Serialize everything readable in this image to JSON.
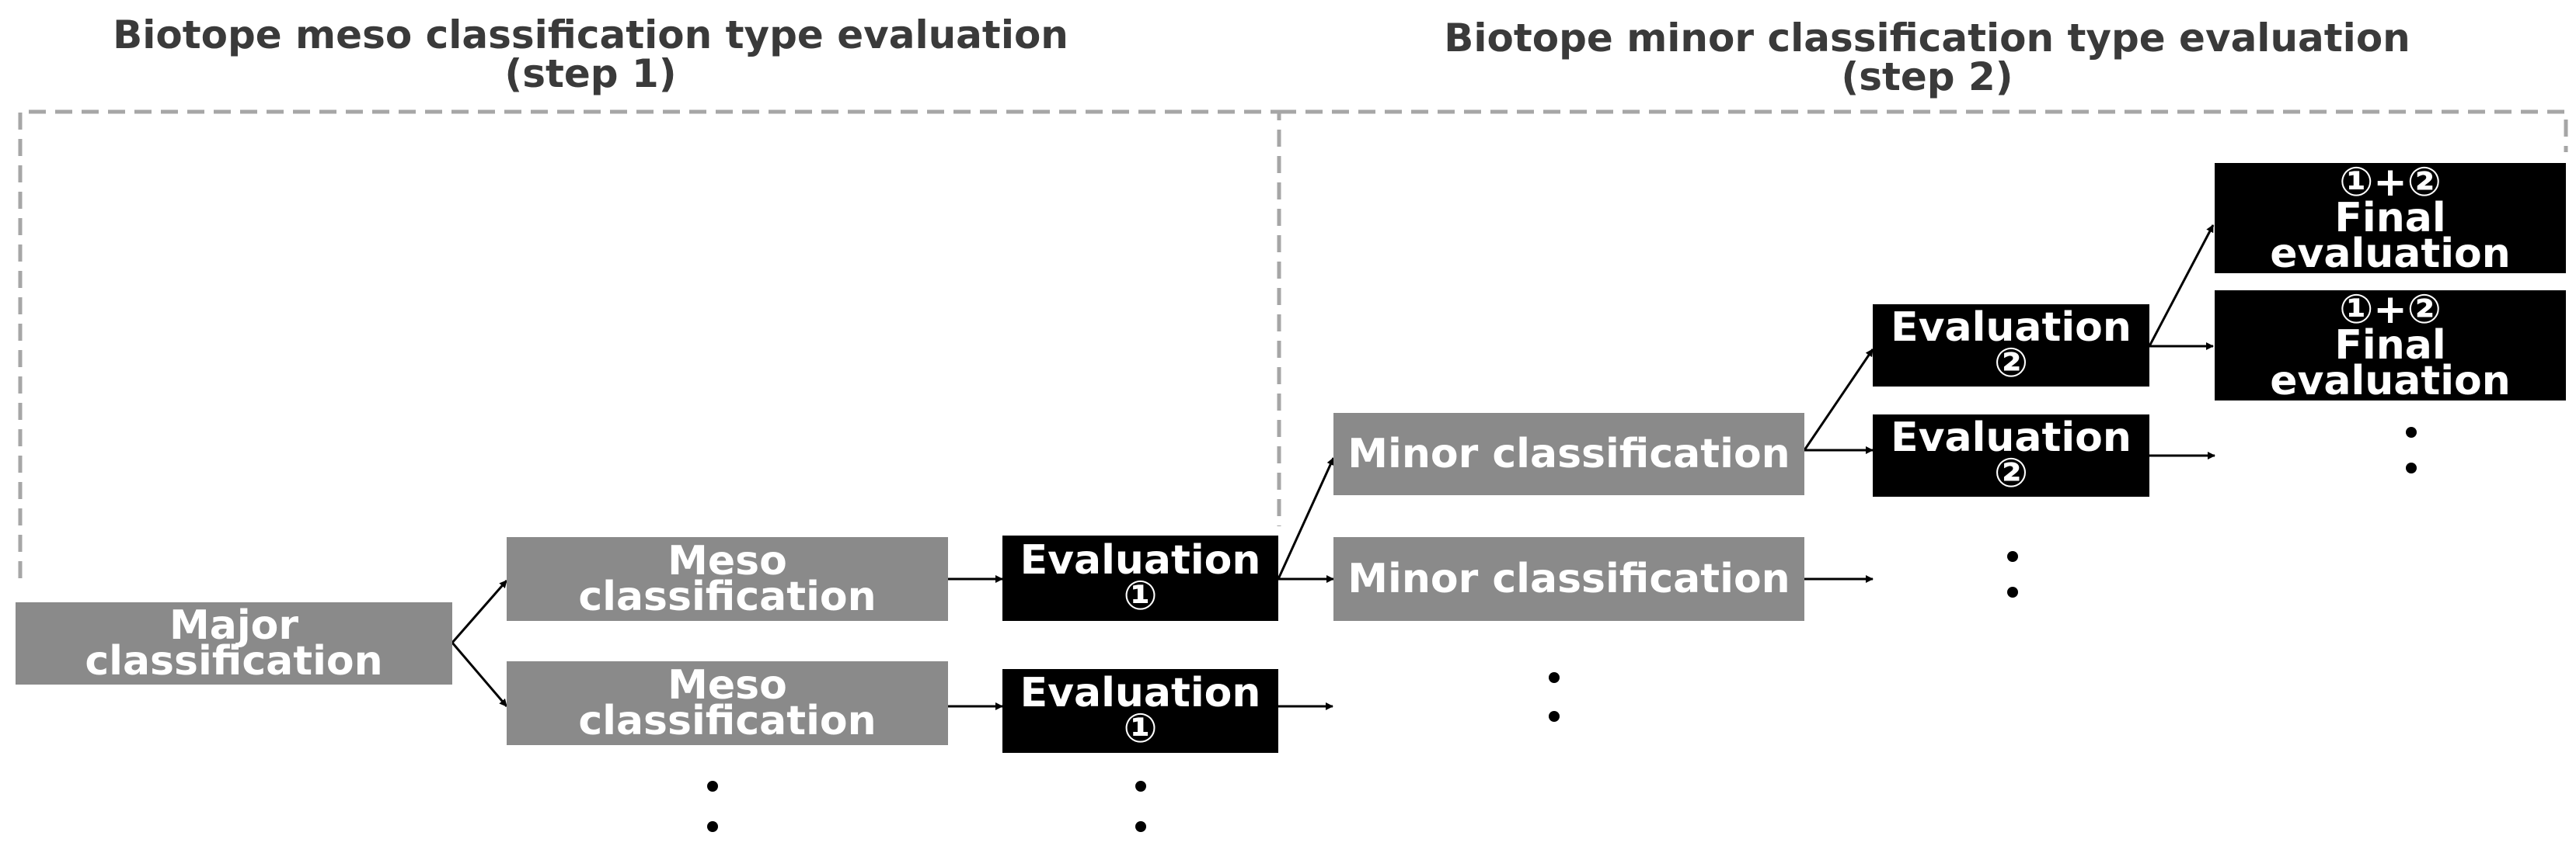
{
  "titles": {
    "step1_line1": "Biotope meso classification type evaluation",
    "step1_line2": "(step 1)",
    "step2_line1": "Biotope minor classification type evaluation",
    "step2_line2": "(step 2)"
  },
  "boxes": {
    "major": [
      "Major",
      "classification"
    ],
    "meso_1": [
      "Meso",
      "classification"
    ],
    "meso_2": [
      "Meso",
      "classification"
    ],
    "eval1_a": [
      "Evaluation",
      "①"
    ],
    "eval1_b": [
      "Evaluation",
      "①"
    ],
    "minor_1": "Minor classification",
    "minor_2": "Minor classification",
    "eval2_a": [
      "Evaluation",
      "②"
    ],
    "eval2_b": [
      "Evaluation",
      "②"
    ],
    "final_1": [
      "①+②",
      "Final",
      "evaluation"
    ],
    "final_2": [
      "①+②",
      "Final",
      "evaluation"
    ]
  },
  "colors": {
    "gray_box": "#8a8a8a",
    "black_box": "#000000",
    "dashed_border": "#a6a6a6",
    "title_text": "#3a3a3a"
  }
}
